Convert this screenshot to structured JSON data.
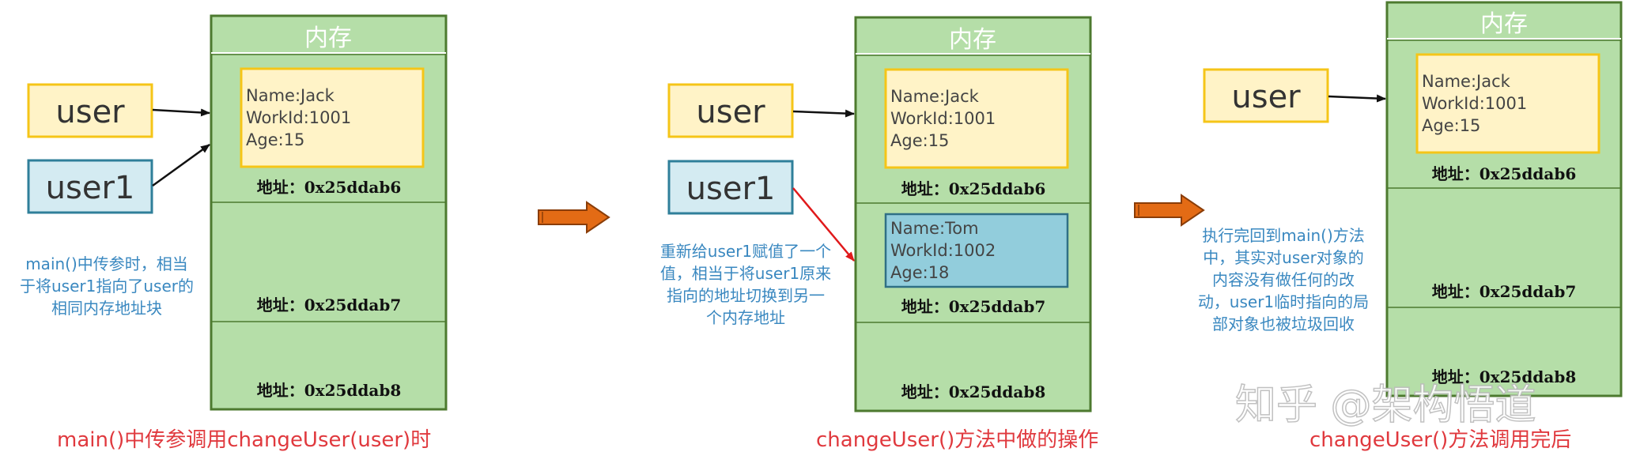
{
  "colors": {
    "memory_fill": "#b5dea8",
    "memory_stroke": "#4d7a2f",
    "object_fill": "#fff3c7",
    "object_stroke": "#f5c518",
    "new_object_fill": "#92cddc",
    "new_object_stroke": "#2f6f85",
    "user_fill": "#fff3c7",
    "user1_fill": "#d4ebf2",
    "arrow_fill": "#e36b15",
    "note": "#3a88c0",
    "caption": "#e0393e"
  },
  "panels": [
    {
      "memory_title": "内存",
      "object": {
        "lines": [
          "Name:Jack",
          "WorkId:1001",
          "Age:15"
        ]
      },
      "addresses": [
        "地址：0x25ddab6",
        "地址：0x25ddab7",
        "地址：0x25ddab8"
      ],
      "vars": [
        "user",
        "user1"
      ],
      "note": [
        "main()中传参时，相当",
        "于将user1指向了user的",
        "相同内存地址块"
      ],
      "caption": "main()中传参调用changeUser(user)时"
    },
    {
      "memory_title": "内存",
      "object": {
        "lines": [
          "Name:Jack",
          "WorkId:1001",
          "Age:15"
        ]
      },
      "new_object": {
        "lines": [
          "Name:Tom",
          "WorkId:1002",
          "Age:18"
        ]
      },
      "addresses": [
        "地址：0x25ddab6",
        "地址：0x25ddab7",
        "地址：0x25ddab8"
      ],
      "vars": [
        "user",
        "user1"
      ],
      "note": [
        "重新给user1赋值了一个",
        "值，相当于将user1原来",
        "指向的地址切换到另一",
        "个内存地址"
      ],
      "caption": "changeUser()方法中做的操作"
    },
    {
      "memory_title": "内存",
      "object": {
        "lines": [
          "Name:Jack",
          "WorkId:1001",
          "Age:15"
        ]
      },
      "addresses": [
        "地址：0x25ddab6",
        "地址：0x25ddab7",
        "地址：0x25ddab8"
      ],
      "vars": [
        "user"
      ],
      "note": [
        "执行完回到main()方法",
        "中，其实对user对象的",
        "内容没有做任何的改",
        "动，user1临时指向的局",
        "部对象也被垃圾回收"
      ],
      "caption": "changeUser()方法调用完后"
    }
  ],
  "watermark": "知乎 @架构悟道"
}
